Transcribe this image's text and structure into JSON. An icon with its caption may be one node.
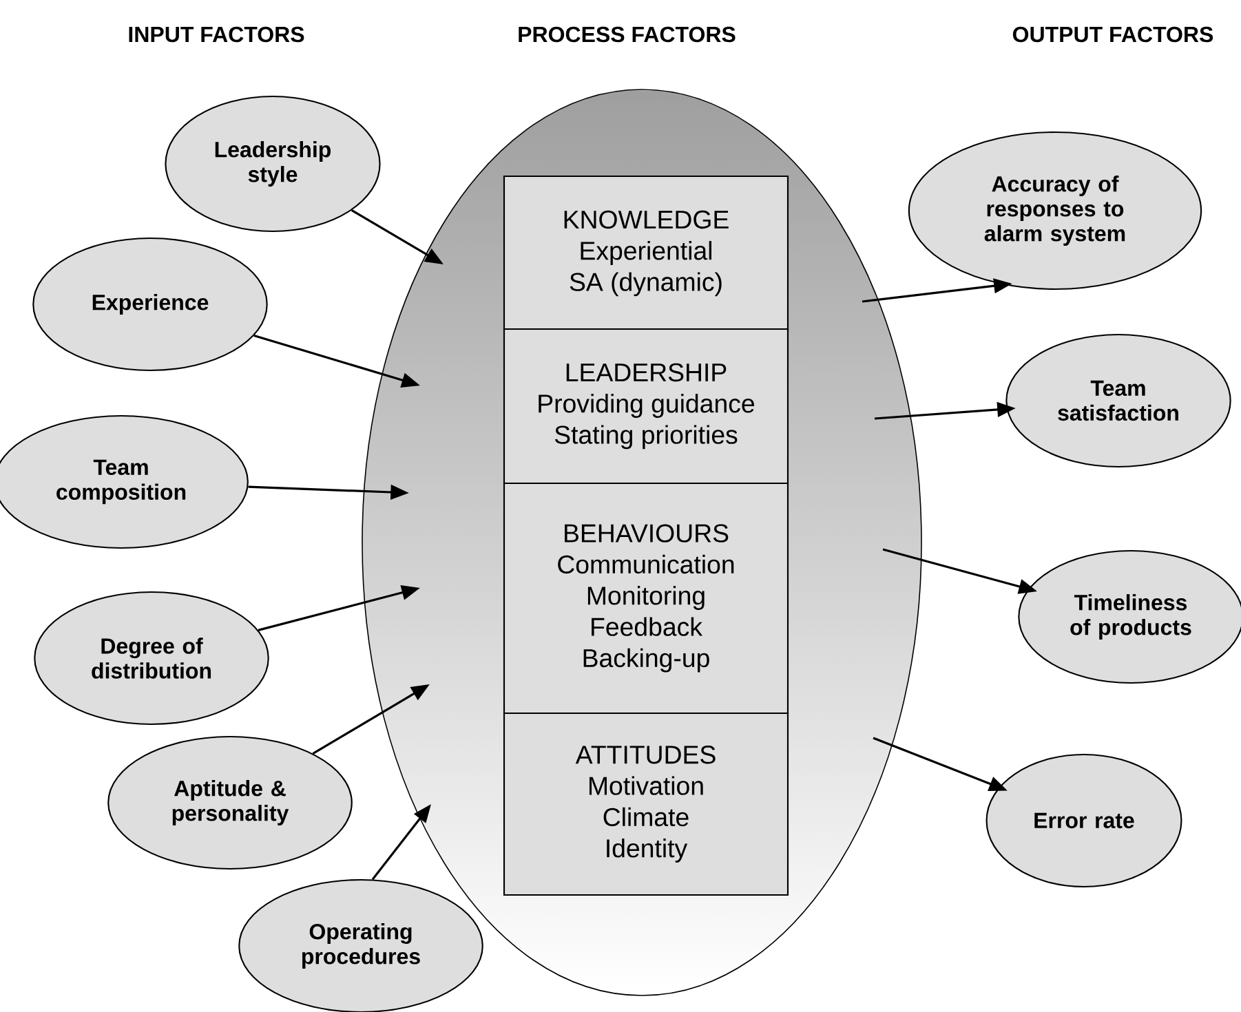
{
  "diagram": {
    "nodes": [
      {
        "text": [],
        "shape": "ellipse"
      },
      {
        "text": [
          "KNOWLEDGE",
          "Experiential",
          "SA (dynamic)"
        ],
        "in": 0
      },
      {
        "text": [
          "LEADERSHIP",
          "Providing guidance",
          "Stating priorities"
        ],
        "in": 0
      },
      {
        "text": [
          "BEHAVIOURS",
          "Communication",
          "Monitoring",
          "Feedback",
          "Backing-up"
        ],
        "in": 0
      },
      {
        "text": [
          "ATTITUDES",
          "Motivation",
          "Climate",
          "Identity"
        ],
        "in": 0
      },
      {
        "text": [
          "Leadership style"
        ]
      },
      {
        "text": [
          "Experience"
        ]
      },
      {
        "text": [
          "Team composition"
        ]
      },
      {
        "text": [
          "Degree of distribution"
        ]
      },
      {
        "text": [
          "Aptitude & personality"
        ]
      },
      {
        "text": [
          "Operating procedures"
        ]
      },
      {
        "text": [
          "Accuracy of responses to alarm system"
        ]
      },
      {
        "text": [
          "Team satisfaction"
        ]
      },
      {
        "text": [
          "Timeliness of products"
        ]
      },
      {
        "text": [
          "Error rate"
        ]
      }
    ],
    "edges": [
      {
        "from": 5,
        "to": 0,
        "arrow": "to"
      },
      {
        "from": 6,
        "to": 0,
        "arrow": "to"
      },
      {
        "from": 7,
        "to": 0,
        "arrow": "to"
      },
      {
        "from": 8,
        "to": 0,
        "arrow": "to"
      },
      {
        "from": 9,
        "to": 0,
        "arrow": "to"
      },
      {
        "from": 10,
        "to": 0,
        "arrow": "to"
      },
      {
        "from": 0,
        "to": 11,
        "arrow": "to"
      },
      {
        "from": 0,
        "to": 12,
        "arrow": "to"
      },
      {
        "from": 0,
        "to": 13,
        "arrow": "to"
      },
      {
        "from": 0,
        "to": 14,
        "arrow": "to"
      }
    ],
    "labels": [
      "INPUT FACTORS",
      "PROCESS FACTORS",
      "OUTPUT FACTORS"
    ]
  }
}
